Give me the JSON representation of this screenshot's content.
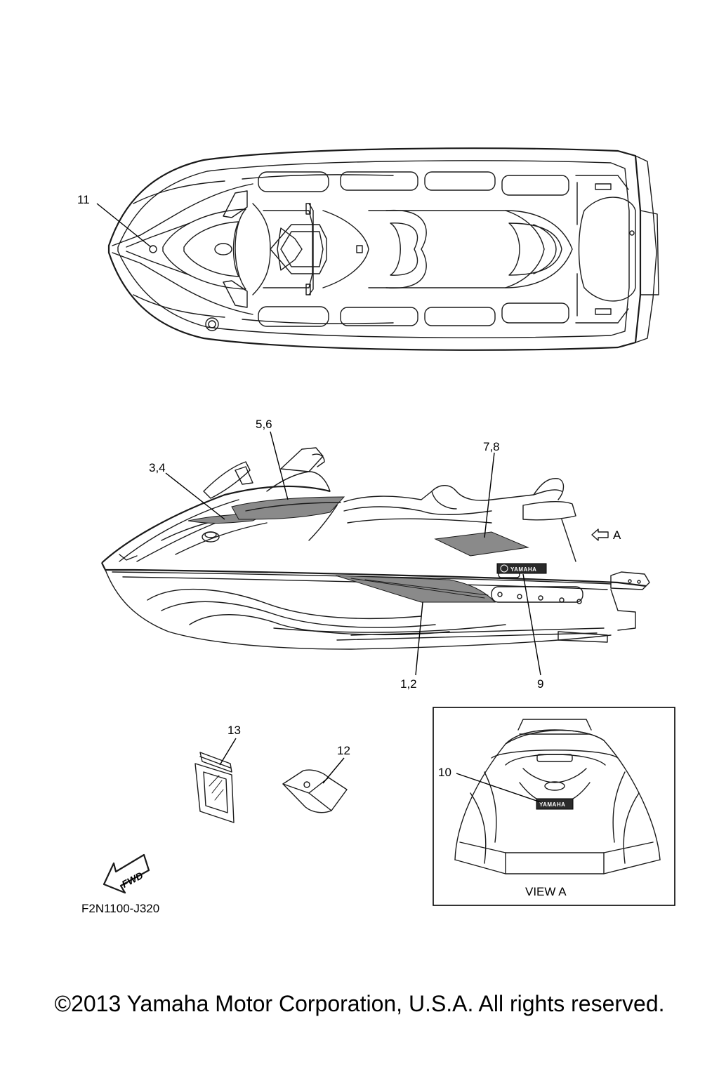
{
  "callouts": {
    "c11": "11",
    "c56": "5,6",
    "c78": "7,8",
    "c34": "3,4",
    "c12": "1,2",
    "c9": "9",
    "c13": "13",
    "c12b": "12",
    "c10": "10"
  },
  "view_arrow_label": "A",
  "view_box_label": "VIEW A",
  "fwd_label": "FWD",
  "brand_badge": "YAMAHA",
  "ref_code": "F2N1100-J320",
  "copyright": "©2013 Yamaha Motor Corporation, U.S.A. All rights reserved."
}
